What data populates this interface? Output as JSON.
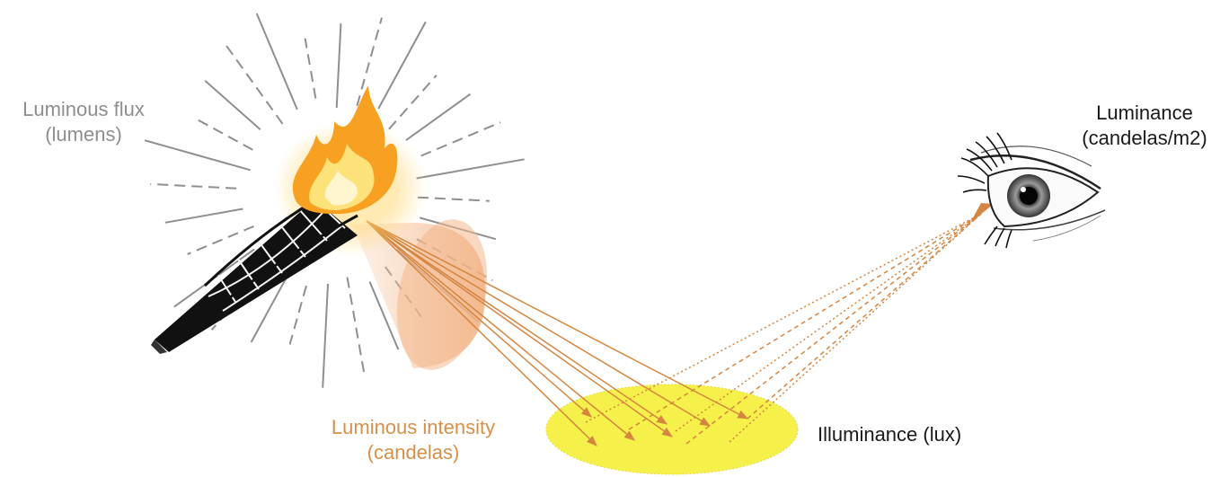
{
  "labels": {
    "luminous_flux": {
      "line1": "Luminous flux",
      "line2": "(lumens)"
    },
    "luminous_intensity": {
      "line1": "Luminous intensity",
      "line2": "(candelas)"
    },
    "illuminance": {
      "line1": "Illuminance (lux)"
    },
    "luminance": {
      "line1": "Luminance",
      "line2": "(candelas/m2)"
    }
  },
  "colors": {
    "flux_text": "#8e8e8e",
    "intensity_text": "#d7904a",
    "dark_text": "#1a1a1a",
    "rays": "#8f8f8f",
    "arrows": "#d4853f",
    "cone": "#f3b88c",
    "spot": "#f6f04a",
    "flame_outer": "#f7a021",
    "flame_inner": "#fde27a",
    "torch": "#111111"
  }
}
